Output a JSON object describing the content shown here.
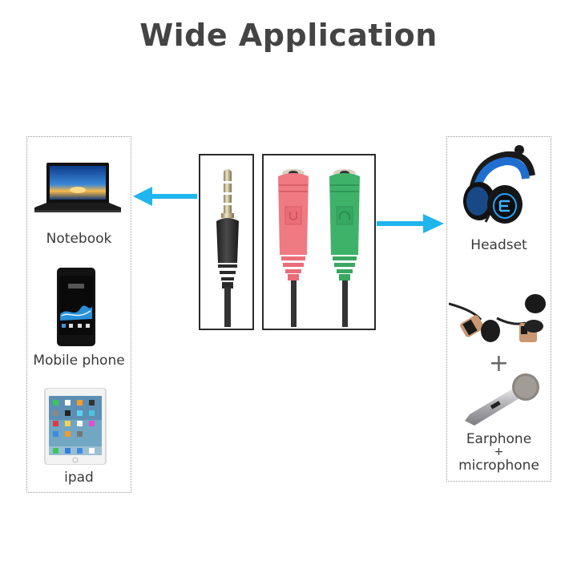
{
  "page": {
    "title": "Wide Application",
    "accent_color": "#1fb5ee"
  },
  "left_panel": {
    "items": [
      {
        "label": "Notebook",
        "icon": "laptop-icon"
      },
      {
        "label": "Mobile phone",
        "icon": "smartphone-icon"
      },
      {
        "label": "ipad",
        "icon": "tablet-icon"
      }
    ]
  },
  "center": {
    "plug": {
      "icon": "male-4-pole-3.5mm-plug-icon",
      "color": "#2b2b2b"
    },
    "jacks": [
      {
        "icon": "female-jack-microphone-icon",
        "color": "#f27d83"
      },
      {
        "icon": "female-jack-headphone-icon",
        "color": "#3fb26a"
      }
    ]
  },
  "arrows": {
    "left": {
      "direction": "left",
      "color": "#1fb5ee"
    },
    "right": {
      "direction": "right",
      "color": "#1fb5ee"
    }
  },
  "right_panel": {
    "items": [
      {
        "label": "Headset",
        "icon": "gaming-headset-icon"
      },
      {
        "label_line1": "Earphone",
        "label_plus": "+",
        "label_line2": "microphone",
        "icon": "earphones-and-microphone-icon",
        "plus_sign": "+"
      }
    ]
  }
}
